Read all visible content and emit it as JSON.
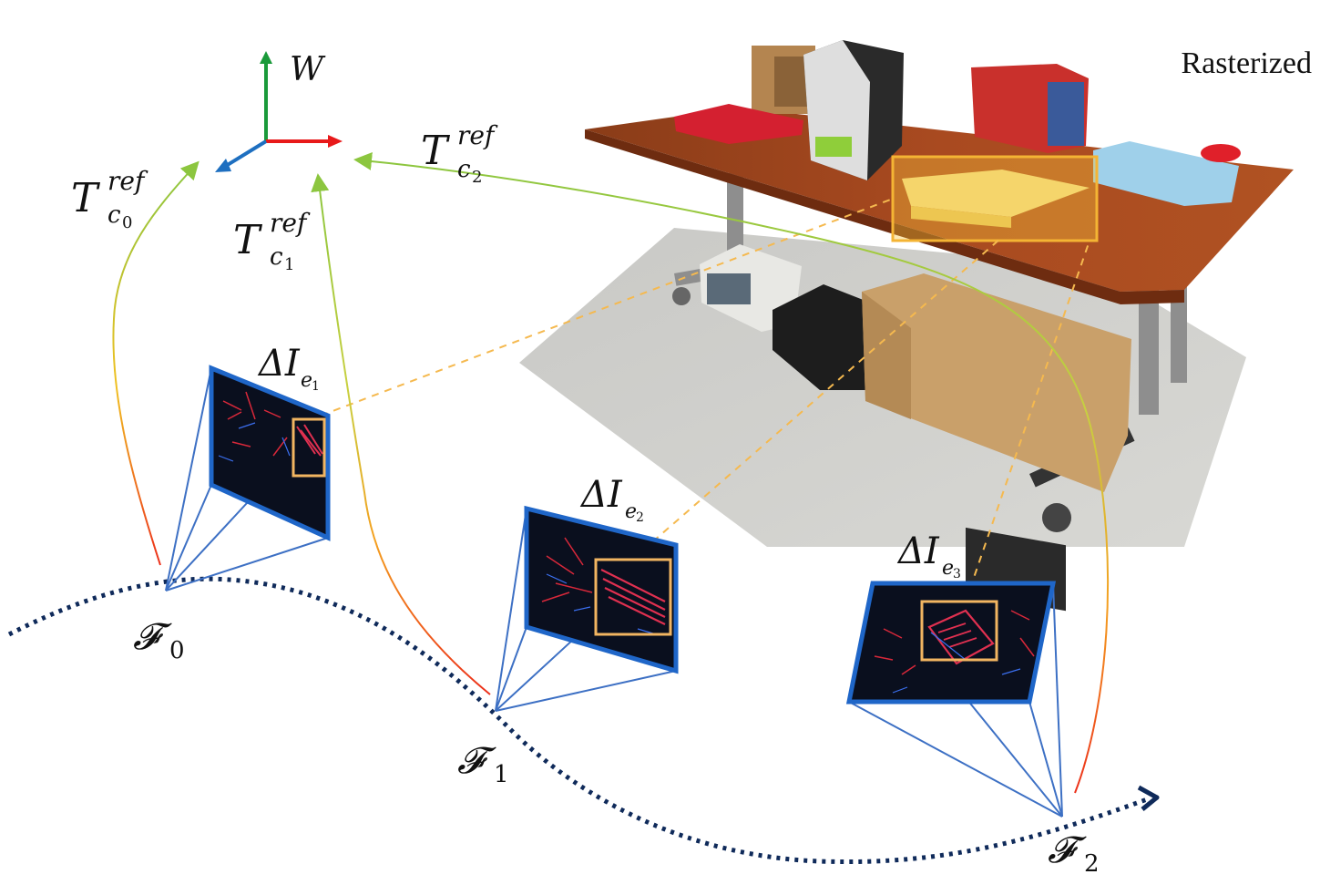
{
  "rasterized_label": "Rasterized",
  "world_frame_label": "W",
  "colors": {
    "x_axis": "#e8191a",
    "y_axis": "#1a9a3a",
    "z_axis": "#1e6fc0",
    "frustum": "#3d70c4",
    "frame_border": "#1f66c8",
    "highlight_box": "#f2b561",
    "trajectory": "#0f2a5a",
    "pose_curve_start": "#ec2f1a",
    "pose_curve_mid": "#f0c020",
    "pose_curve_end": "#8cc63f"
  },
  "transforms": [
    {
      "base": "T",
      "superscript": "ref",
      "subscript_base": "c",
      "subscript_index": "0"
    },
    {
      "base": "T",
      "superscript": "ref",
      "subscript_base": "c",
      "subscript_index": "1"
    },
    {
      "base": "T",
      "superscript": "ref",
      "subscript_base": "c",
      "subscript_index": "2"
    }
  ],
  "event_images": [
    {
      "delta": "Δ",
      "base": "I",
      "subscript_base": "e",
      "subscript_index": "1"
    },
    {
      "delta": "Δ",
      "base": "I",
      "subscript_base": "e",
      "subscript_index": "2"
    },
    {
      "delta": "Δ",
      "base": "I",
      "subscript_base": "e",
      "subscript_index": "3"
    }
  ],
  "keyframes": [
    {
      "symbol": "𝓕",
      "index": "0"
    },
    {
      "symbol": "𝓕",
      "index": "1"
    },
    {
      "symbol": "𝓕",
      "index": "2"
    }
  ]
}
